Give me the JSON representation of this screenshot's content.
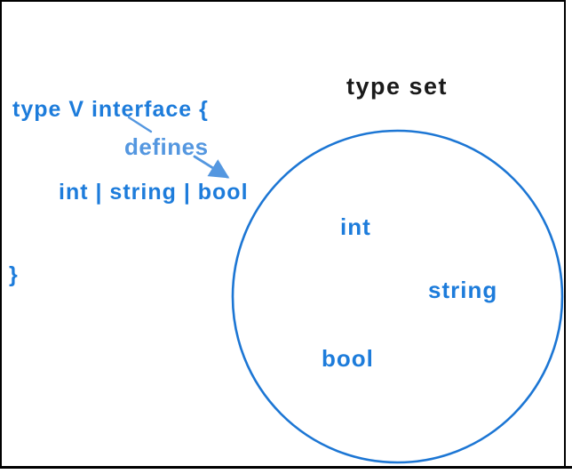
{
  "code_block": {
    "line1": "type V interface {",
    "line2": "int | string | bool",
    "line3": "}"
  },
  "defines_label": "defines",
  "type_set": {
    "title": "type set",
    "members": [
      "int",
      "string",
      "bool"
    ]
  },
  "icons": {
    "arrow": "defines-arrow-icon",
    "leader": "leader-line"
  },
  "colors": {
    "code_blue": "#1d7cdb",
    "arrow_blue": "#5497e0",
    "circle_blue": "#1c76d4",
    "title_black": "#1a1a1a",
    "frame_black": "#000000"
  }
}
